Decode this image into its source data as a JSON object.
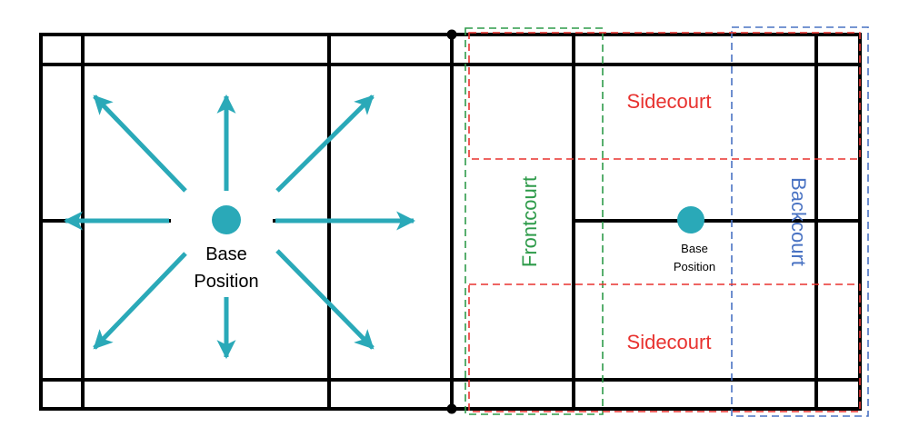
{
  "labels": {
    "left_base_line1": "Base",
    "left_base_line2": "Position",
    "right_base_line1": "Base",
    "right_base_line2": "Position",
    "sidecourt_top": "Sidecourt",
    "sidecourt_bottom": "Sidecourt",
    "frontcourt": "Frontcourt",
    "backcourt": "Backcourt"
  },
  "colors": {
    "court_lines": "#000000",
    "accent_teal": "#2aa9b8",
    "sidecourt": "#e8322f",
    "frontcourt": "#2e9b4a",
    "backcourt": "#4a73c3"
  },
  "arrow_directions": [
    "up",
    "up-right",
    "right",
    "down-right",
    "down",
    "down-left",
    "left",
    "up-left"
  ]
}
